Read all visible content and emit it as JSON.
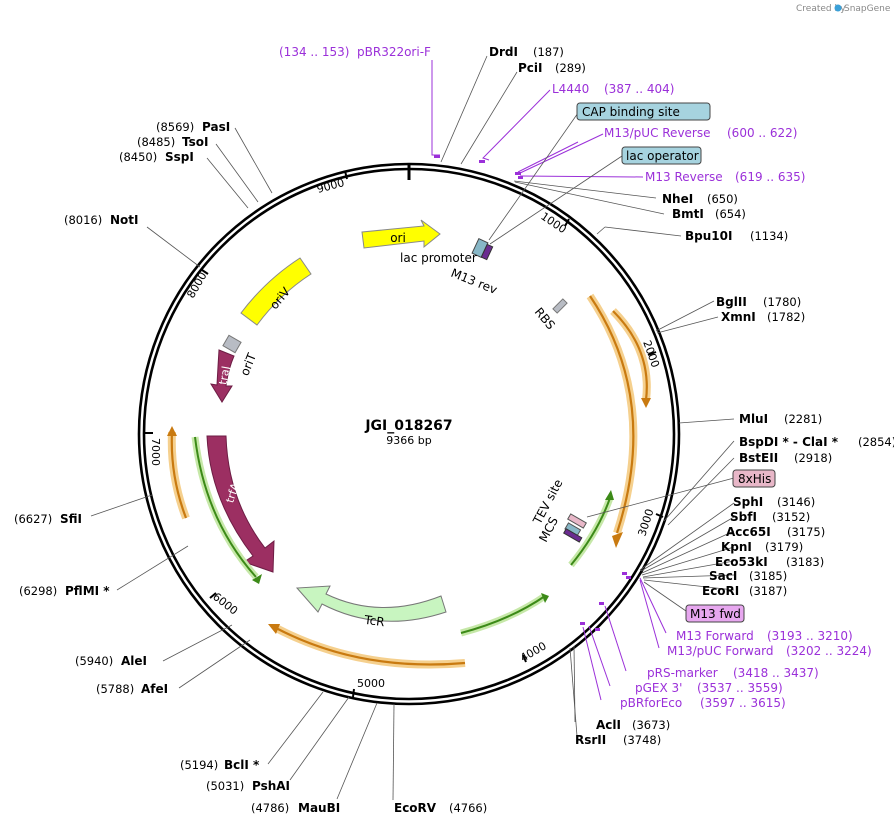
{
  "watermark": {
    "created_by": "Created by",
    "brand": "SnapGene"
  },
  "plasmid": {
    "name": "JGI_018267",
    "length_label": "9366 bp"
  },
  "ticks": [
    "1000",
    "2000",
    "3000",
    "4000",
    "5000",
    "6000",
    "7000",
    "8000",
    "9000"
  ],
  "enzymes": [
    {
      "name": "DrdI",
      "pos": "(187)"
    },
    {
      "name": "PciI",
      "pos": "(289)"
    },
    {
      "name": "NheI",
      "pos": "(650)"
    },
    {
      "name": "BmtI",
      "pos": "(654)"
    },
    {
      "name": "Bpu10I",
      "pos": "(1134)"
    },
    {
      "name": "BglII",
      "pos": "(1780)"
    },
    {
      "name": "XmnI",
      "pos": "(1782)"
    },
    {
      "name": "MluI",
      "pos": "(2281)"
    },
    {
      "name": "BspDI * - ClaI *",
      "pos": "(2854)"
    },
    {
      "name": "BstEII",
      "pos": "(2918)"
    },
    {
      "name": "SphI",
      "pos": "(3146)"
    },
    {
      "name": "SbfI",
      "pos": "(3152)"
    },
    {
      "name": "Acc65I",
      "pos": "(3175)"
    },
    {
      "name": "KpnI",
      "pos": "(3179)"
    },
    {
      "name": "Eco53kI",
      "pos": "(3183)"
    },
    {
      "name": "SacI",
      "pos": "(3185)"
    },
    {
      "name": "EcoRI",
      "pos": "(3187)"
    },
    {
      "name": "AclI",
      "pos": "(3673)"
    },
    {
      "name": "RsrII",
      "pos": "(3748)"
    },
    {
      "name": "EcoRV",
      "pos": "(4766)"
    },
    {
      "name": "MauBI",
      "pos": "(4786)"
    },
    {
      "name": "PshAI",
      "pos": "(5031)"
    },
    {
      "name": "BclI *",
      "pos": "(5194)"
    },
    {
      "name": "AfeI",
      "pos": "(5788)"
    },
    {
      "name": "AleI",
      "pos": "(5940)"
    },
    {
      "name": "PflMI *",
      "pos": "(6298)"
    },
    {
      "name": "SfiI",
      "pos": "(6627)"
    },
    {
      "name": "NotI",
      "pos": "(8016)"
    },
    {
      "name": "SspI",
      "pos": "(8450)"
    },
    {
      "name": "TsoI",
      "pos": "(8485)"
    },
    {
      "name": "PasI",
      "pos": "(8569)"
    }
  ],
  "primers": [
    {
      "name": "pBR322ori-F",
      "range": "(134 .. 153)"
    },
    {
      "name": "L4440",
      "range": "(387 .. 404)"
    },
    {
      "name": "M13/pUC Reverse",
      "range": "(600 .. 622)"
    },
    {
      "name": "M13 Reverse",
      "range": "(619 .. 635)"
    },
    {
      "name": "M13 Forward",
      "range": "(3193 .. 3210)"
    },
    {
      "name": "M13/pUC Forward",
      "range": "(3202 .. 3224)"
    },
    {
      "name": "pRS-marker",
      "range": "(3418 .. 3437)"
    },
    {
      "name": "pGEX 3'",
      "range": "(3537 .. 3559)"
    },
    {
      "name": "pBRforEco",
      "range": "(3597 .. 3615)"
    }
  ],
  "boxed_labels": {
    "cap_binding_site": "CAP binding site",
    "lac_operator": "lac operator",
    "his_tag": "8xHis",
    "m13_fwd": "M13 fwd"
  },
  "features": {
    "ori": "ori",
    "oriV": "oriV",
    "oriT": "oriT",
    "traJ": "traJ",
    "trfA": "trfA",
    "TcR": "TcR",
    "lac_promoter": "lac promoter",
    "m13_rev": "M13 rev",
    "rbs": "RBS",
    "tev_site": "TEV site",
    "mcs": "MCS"
  },
  "colors": {
    "primer": "#9b30d9",
    "orf": "#f2a93b",
    "orf_green": "#6ab02e",
    "ori_yellow": "#ffff00",
    "trfA_maroon": "#9c2f62",
    "tcr_green": "#c8f5c0",
    "cap_box": "#a6d3df",
    "his_box": "#e8b7c8",
    "m13fwd_box": "#e7a7ef"
  }
}
